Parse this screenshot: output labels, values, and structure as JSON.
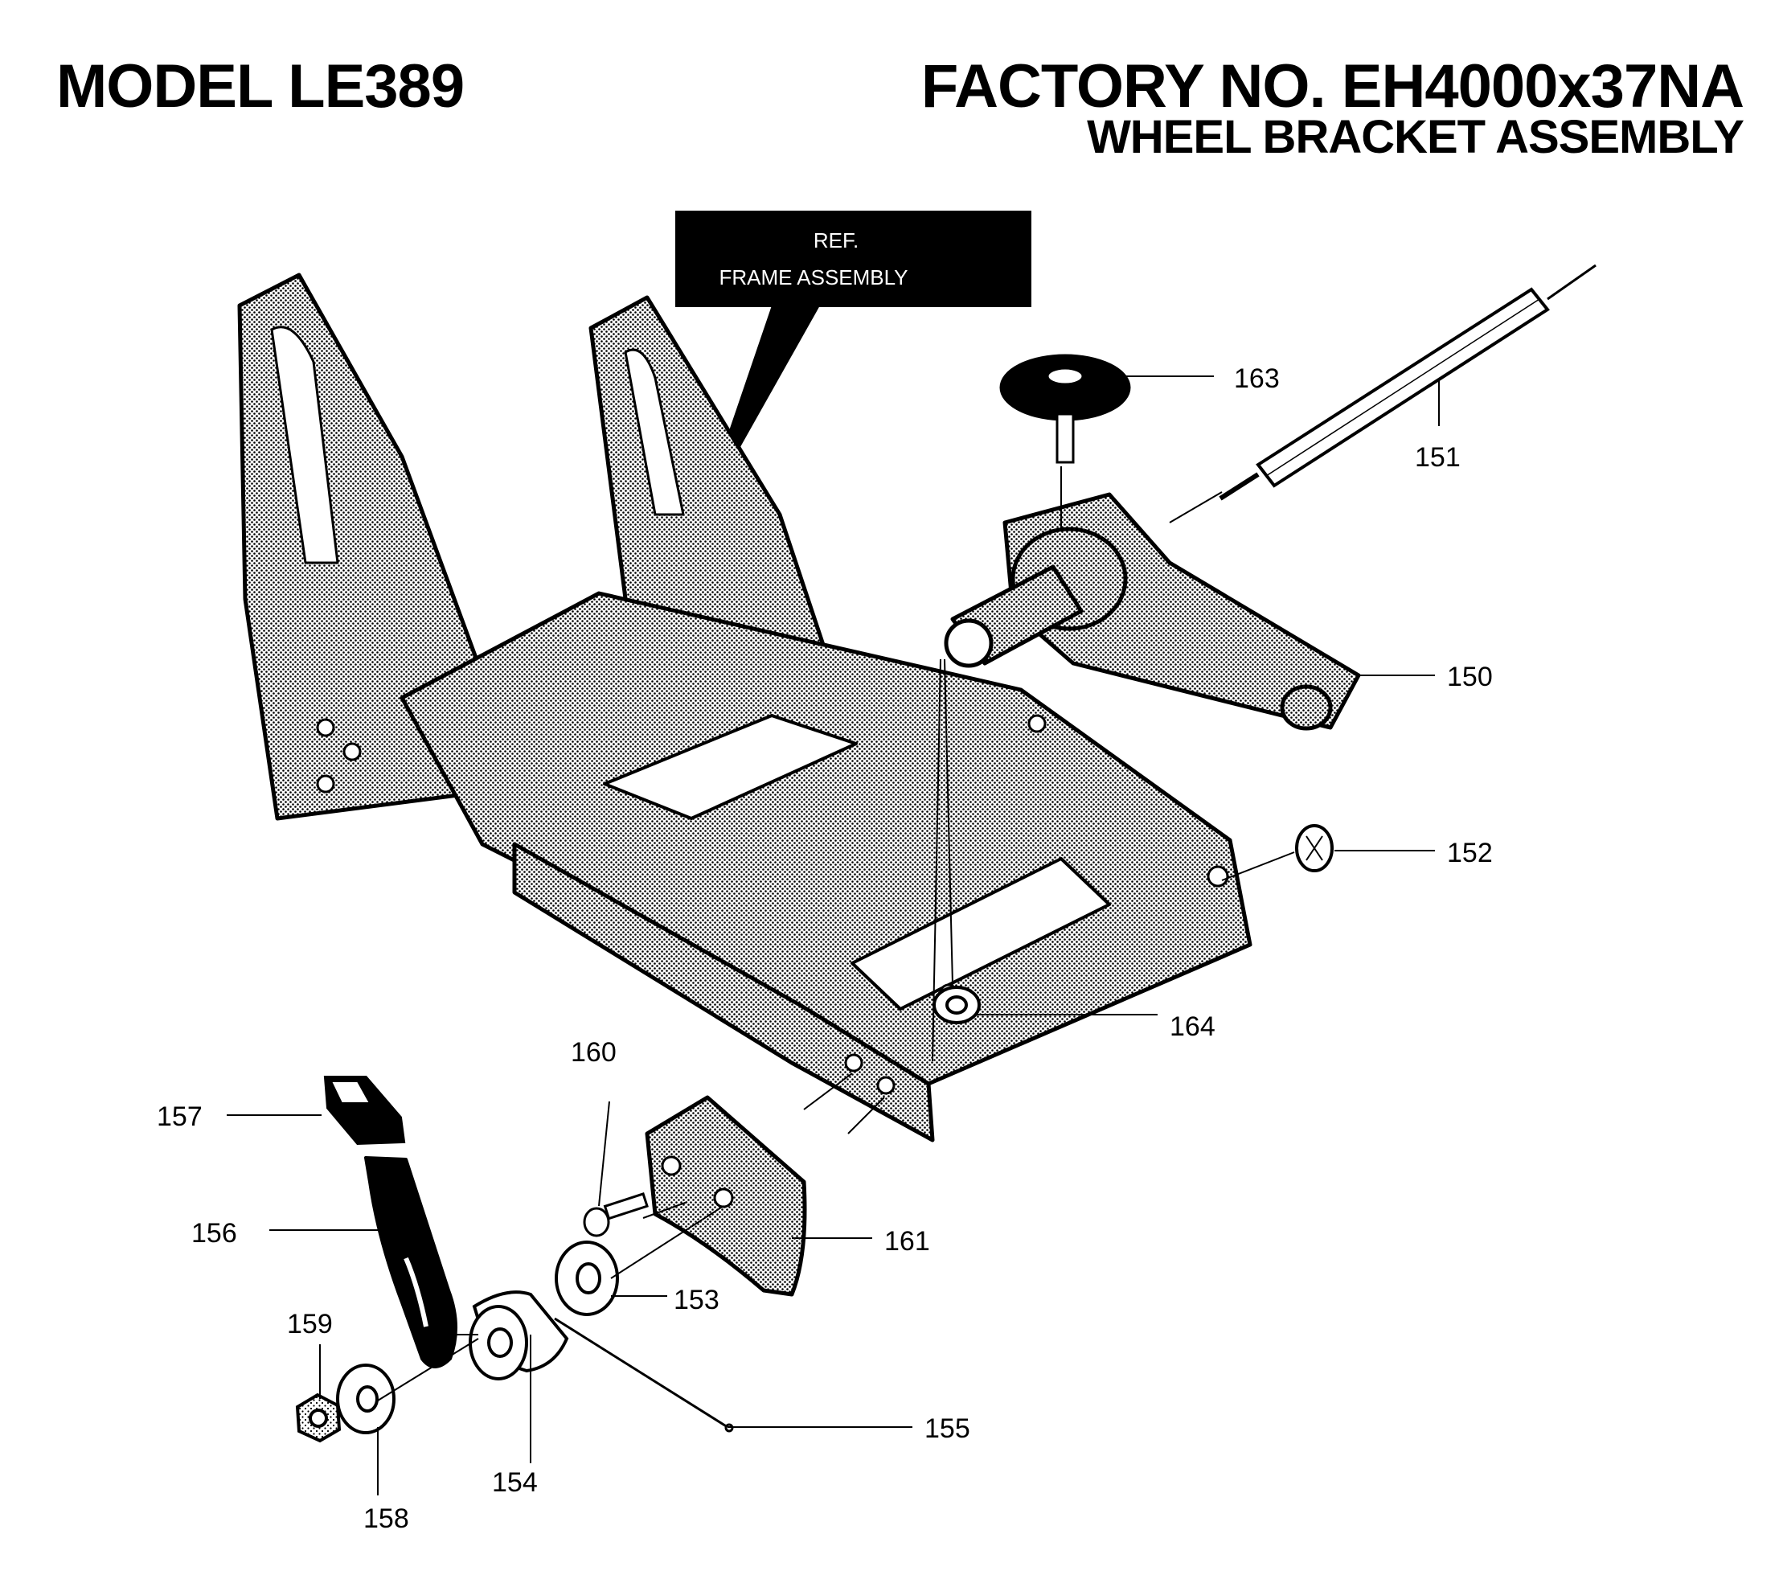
{
  "header": {
    "model": "MODEL LE389",
    "factory_no": "FACTORY NO. EH4000x37NA",
    "subtitle": "WHEEL BRACKET ASSEMBLY"
  },
  "reference_box": {
    "line1": "REF.",
    "line2": "FRAME ASSEMBLY"
  },
  "callouts": {
    "p150": "150",
    "p151": "151",
    "p152": "152",
    "p153": "153",
    "p154": "154",
    "p155": "155",
    "p156": "156",
    "p157": "157",
    "p158": "158",
    "p159": "159",
    "p160": "160",
    "p161": "161",
    "p163": "163",
    "p164": "164"
  }
}
